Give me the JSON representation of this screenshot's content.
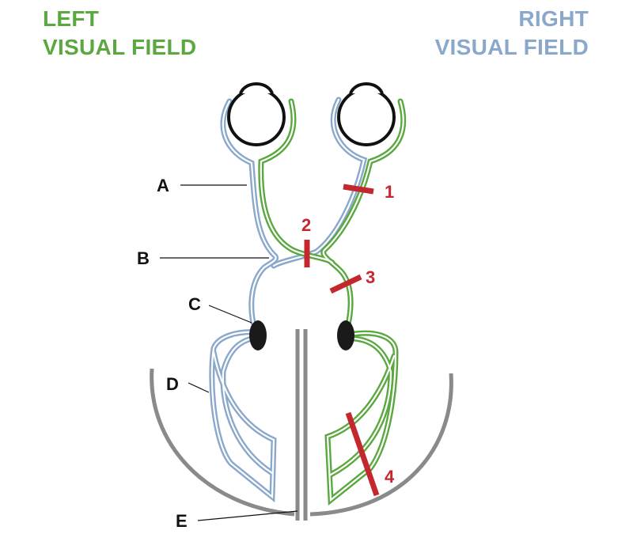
{
  "titles": {
    "left_line1": "LEFT",
    "left_line2": "VISUAL FIELD",
    "right_line1": "RIGHT",
    "right_line2": "VISUAL FIELD"
  },
  "labels": {
    "a": "A",
    "b": "B",
    "c": "C",
    "d": "D",
    "e": "E"
  },
  "lesions": {
    "l1": "1",
    "l2": "2",
    "l3": "3",
    "l4": "4"
  },
  "colors": {
    "left_field": "#5aa83f",
    "right_field": "#8aa8cc",
    "lesion": "#c4282e",
    "cortex": "#8a8a8a",
    "nucleus": "#1a1a1a"
  }
}
